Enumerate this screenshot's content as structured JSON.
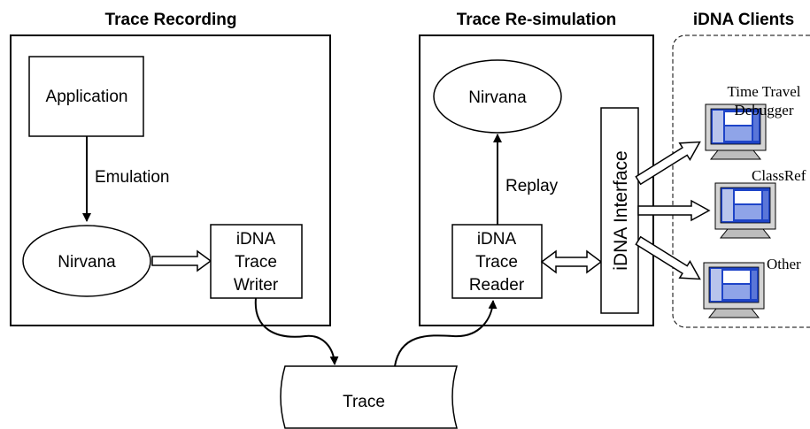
{
  "sections": {
    "recording_title": "Trace Recording",
    "resimulation_title": "Trace Re-simulation",
    "clients_title": "iDNA Clients"
  },
  "recording": {
    "application": "Application",
    "emulation": "Emulation",
    "nirvana": "Nirvana",
    "writer": [
      "iDNA",
      "Trace",
      "Writer"
    ]
  },
  "resimulation": {
    "nirvana": "Nirvana",
    "replay": "Replay",
    "reader": [
      "iDNA",
      "Trace",
      "Reader"
    ],
    "interface": "iDNA Interface"
  },
  "trace": "Trace",
  "clients": {
    "time_travel": [
      "Time Travel",
      "Debugger"
    ],
    "classref": "ClassRef",
    "other": "Other"
  },
  "colors": {
    "stroke": "#000000",
    "monitor_screen": "#1e44c8",
    "monitor_bezel": "#c8c8c8"
  }
}
